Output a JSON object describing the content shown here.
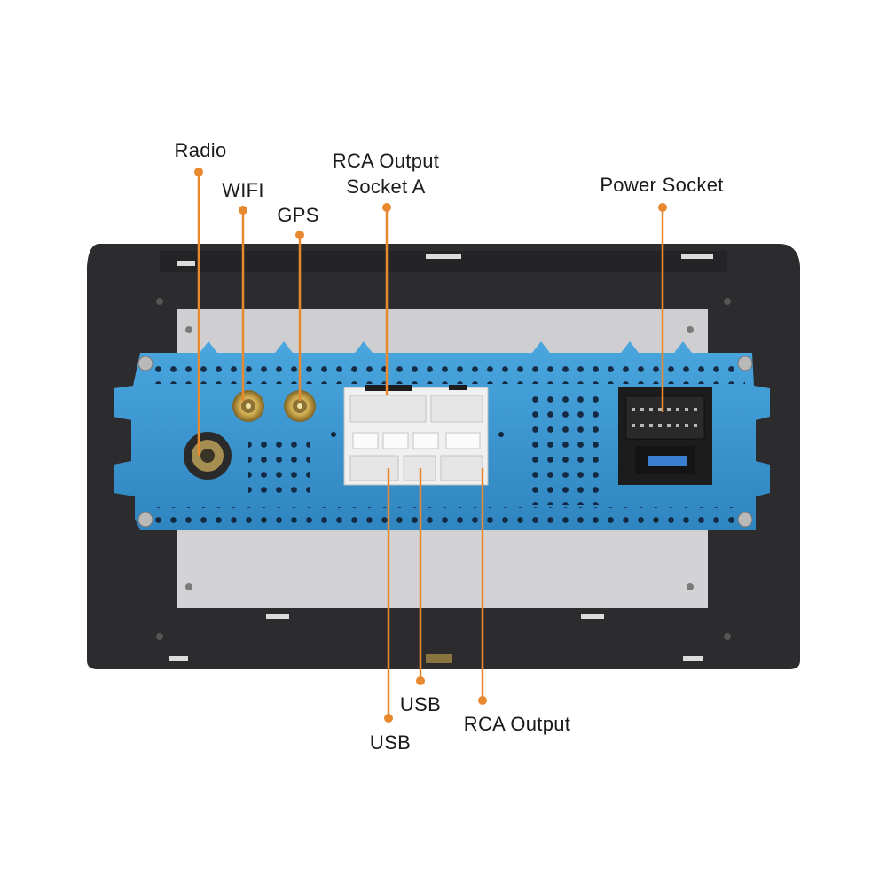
{
  "labels": {
    "radio": "Radio",
    "wifi": "WIFI",
    "gps": "GPS",
    "rca_output_socket_a_line1": "RCA Output",
    "rca_output_socket_a_line2": "Socket A",
    "power_socket": "Power Socket",
    "usb_1": "USB",
    "usb_2": "USB",
    "rca_output": "RCA Output"
  },
  "colors": {
    "leader": "#e9892f",
    "heatsink": "#3f9ad3",
    "bezel": "#2b2b2d",
    "plate": "#cfcfcf",
    "connector": "#ededed",
    "power_block": "#1c1c1c"
  }
}
